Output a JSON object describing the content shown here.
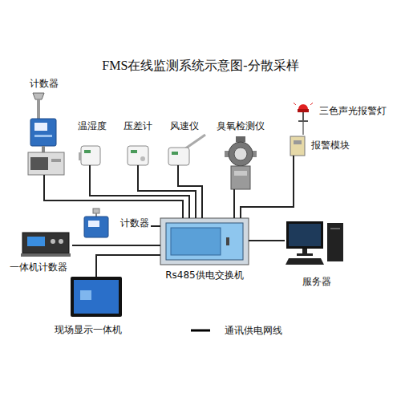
{
  "diagram": {
    "title": "FMS在线监测系统示意图-分散采样",
    "nodes": [
      {
        "text": [
          "计数器"
        ]
      },
      {
        "text": [
          "温湿度"
        ]
      },
      {
        "text": [
          "压差计"
        ]
      },
      {
        "text": [
          "风速仪"
        ]
      },
      {
        "text": [
          "臭氧检测仪"
        ]
      },
      {
        "text": [
          "三色声光报警灯"
        ]
      },
      {
        "text": [
          "报警模块"
        ]
      },
      {
        "text": [
          "计数器"
        ]
      },
      {
        "text": [
          "Rs485供电交换机"
        ]
      },
      {
        "text": [
          "一体机计数器"
        ]
      },
      {
        "text": [
          "服务器"
        ]
      },
      {
        "text": [
          "现场显示一体机"
        ]
      }
    ],
    "edges": [
      {
        "from": 0,
        "to": 8,
        "arrow": "none"
      },
      {
        "from": 1,
        "to": 8,
        "arrow": "none"
      },
      {
        "from": 2,
        "to": 8,
        "arrow": "none"
      },
      {
        "from": 3,
        "to": 8,
        "arrow": "none"
      },
      {
        "from": 4,
        "to": 8,
        "arrow": "none"
      },
      {
        "from": 5,
        "to": 6,
        "arrow": "none"
      },
      {
        "from": 6,
        "to": 8,
        "arrow": "none"
      },
      {
        "from": 7,
        "to": 8,
        "arrow": "none"
      },
      {
        "from": 9,
        "to": 8,
        "arrow": "none"
      },
      {
        "from": 8,
        "to": 10,
        "arrow": "none"
      },
      {
        "from": 11,
        "to": 8,
        "arrow": "none"
      }
    ],
    "legend": [
      {
        "text": "通讯供电网线"
      }
    ]
  }
}
